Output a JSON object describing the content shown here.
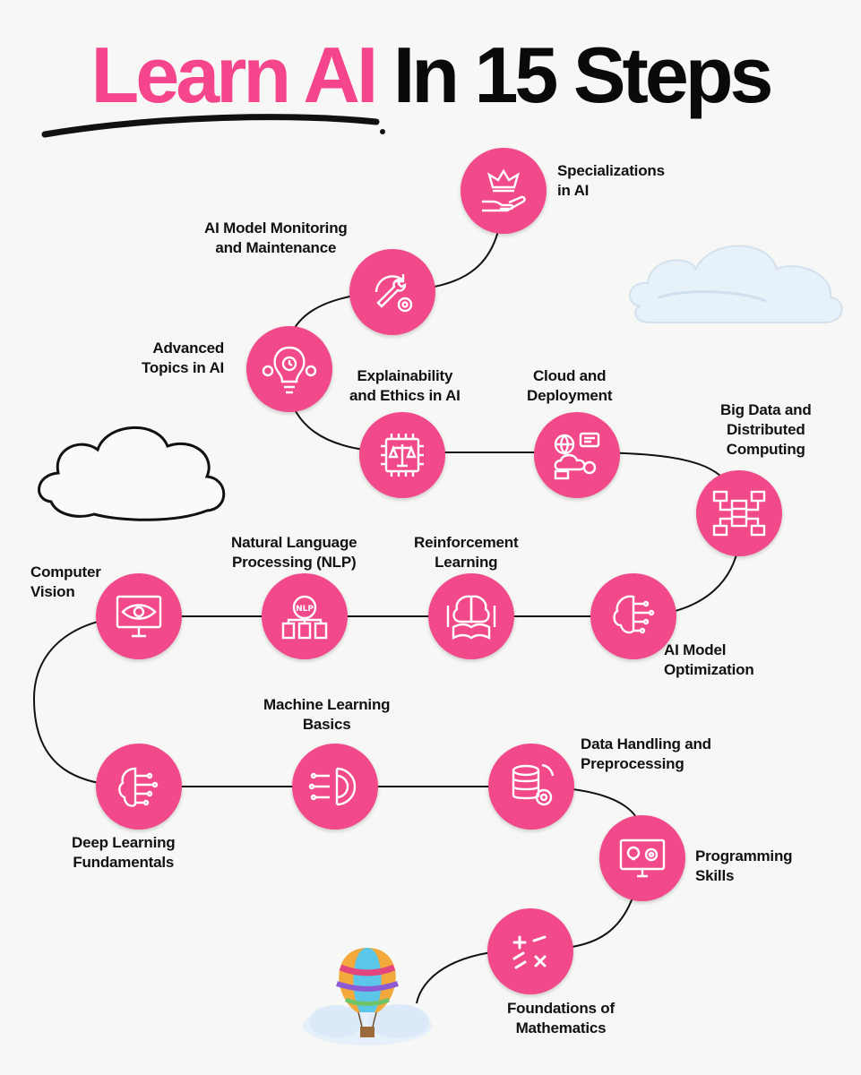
{
  "title": {
    "part1": "Learn AI",
    "part2": "In 15 Steps"
  },
  "accent_color": "#f2498a",
  "steps": [
    {
      "lines": [
        "Foundations of",
        "Mathematics"
      ],
      "icon": "math-operators-icon"
    },
    {
      "lines": [
        "Programming",
        "Skills"
      ],
      "icon": "monitor-idea-gear-icon"
    },
    {
      "lines": [
        "Data Handling and",
        "Preprocessing"
      ],
      "icon": "database-gear-icon"
    },
    {
      "lines": [
        "Machine Learning",
        "Basics"
      ],
      "icon": "circuit-gear-icon"
    },
    {
      "lines": [
        "Deep Learning",
        "Fundamentals"
      ],
      "icon": "circuit-brain-icon"
    },
    {
      "lines": [
        "Computer",
        "Vision"
      ],
      "icon": "monitor-eye-icon"
    },
    {
      "lines": [
        "Natural Language",
        "Processing (NLP)"
      ],
      "icon": "nlp-documents-icon"
    },
    {
      "lines": [
        "Reinforcement",
        "Learning"
      ],
      "icon": "brain-book-icon"
    },
    {
      "lines": [
        "AI Model",
        "Optimization"
      ],
      "icon": "brain-chip-icon"
    },
    {
      "lines": [
        "Big Data and",
        "Distributed",
        "Computing"
      ],
      "icon": "network-servers-icon"
    },
    {
      "lines": [
        "Cloud and",
        "Deployment"
      ],
      "icon": "cloud-network-icon"
    },
    {
      "lines": [
        "Explainability",
        "and Ethics in AI"
      ],
      "icon": "chip-scales-icon"
    },
    {
      "lines": [
        "Advanced",
        "Topics in AI"
      ],
      "icon": "bulb-clock-gears-icon"
    },
    {
      "lines": [
        "AI Model Monitoring",
        "and Maintenance"
      ],
      "icon": "wrench-gear-cycle-icon"
    },
    {
      "lines": [
        "Specializations",
        "in AI"
      ],
      "icon": "crown-hand-icon"
    }
  ]
}
